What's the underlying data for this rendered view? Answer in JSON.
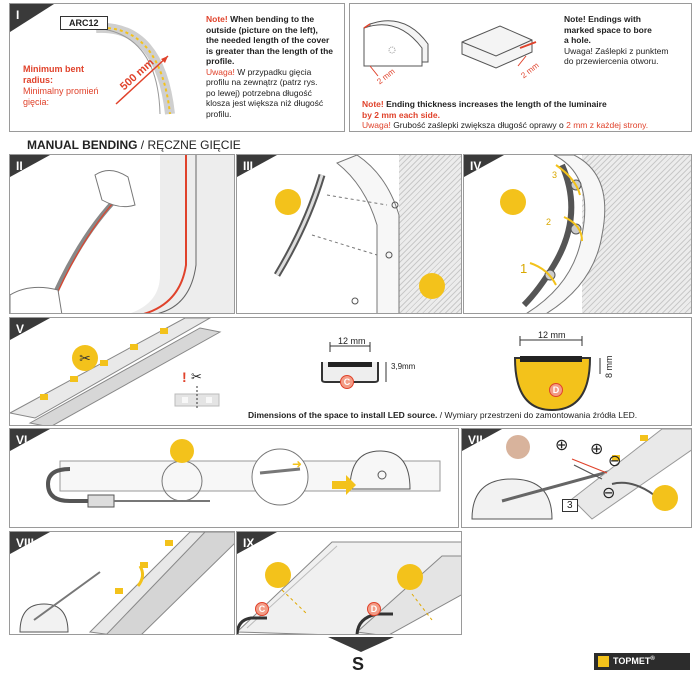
{
  "sections": {
    "s1": "I",
    "s2": "II",
    "s3": "III",
    "s4": "IV",
    "s5": "V",
    "s6": "VI",
    "s7": "VII",
    "s8": "VIII",
    "s9": "IX"
  },
  "top_left": {
    "profile_code": "ARC12",
    "min_radius_en": "Minimum bent radius:",
    "min_radius_pl_1": "Minimalny promień",
    "min_radius_pl_2": "gięcia:",
    "radius_value": "500 mm",
    "note_label": "Note!",
    "note_en_1": " When bending to the",
    "note_en_2": "outside (picture on the left),",
    "note_en_3": "the needed length of the cover",
    "note_en_4": "is greater than the length of the",
    "note_en_5": "profile.",
    "uwaga": "Uwaga!",
    "note_pl_1": " W przypadku gięcia",
    "note_pl_2": "profilu na zewnątrz (patrz rys.",
    "note_pl_3": "po lewej) potrzebna długość",
    "note_pl_4": "klosza jest większa niż długość",
    "note_pl_5": "profilu."
  },
  "top_right": {
    "dim_2mm_a": "2 mm",
    "dim_2mm_b": "2 mm",
    "note_label": "Note!",
    "endings_en_1": " Endings with",
    "endings_en_2": "marked space to bore",
    "endings_en_3": "a hole.",
    "uwaga": "Uwaga!",
    "endings_pl_1": " Zaślepki z punktem",
    "endings_pl_2": "do przewiercenia otworu.",
    "thickness_en_1": " Ending thickness increases the length of the luminaire",
    "thickness_en_2": "by 2 mm each side.",
    "thickness_pl": " Grubość zaślepki zwiększa długość oprawy o ",
    "thickness_pl_red": "2 mm z każdej strony."
  },
  "manual": {
    "title_bold": "MANUAL BENDING",
    "title_rest": " / RĘCZNE GIĘCIE"
  },
  "step4": {
    "n1": "1",
    "n2": "2",
    "n3": "3"
  },
  "step5": {
    "width_c": "12 mm",
    "height_c_1": "3,9",
    "height_c_2": "mm",
    "label_c": "C",
    "width_d": "12 mm",
    "height_d": "8 mm",
    "label_d": "D",
    "excl": "!",
    "dims_caption_bold": "Dimensions of the space to install LED source.",
    "dims_caption_rest": " / Wymiary przestrzeni do zamontowania źródła LED."
  },
  "step7": {
    "box": "3",
    "plus": "⊕",
    "minus": "⊖"
  },
  "step9": {
    "label_c": "C",
    "label_d": "D"
  },
  "footer": {
    "brand": "TOPMET",
    "reg": "®",
    "page_glyph": "S"
  },
  "colors": {
    "accent_red": "#e0422b",
    "accent_yellow": "#f3c21b",
    "dark": "#3a3a3a"
  }
}
